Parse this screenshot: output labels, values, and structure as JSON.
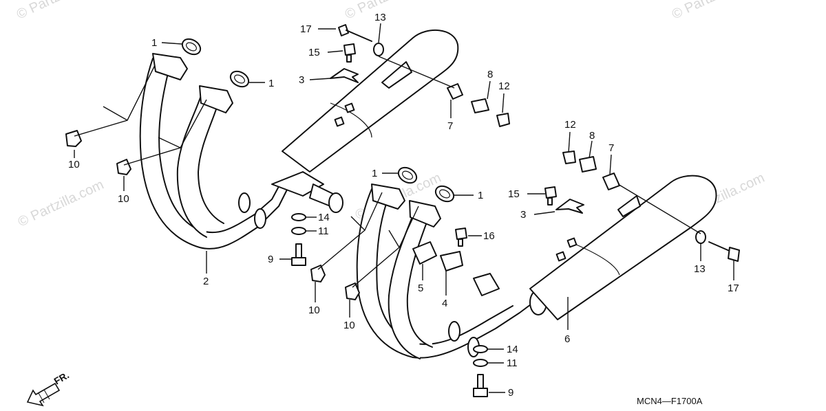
{
  "watermark": "© Partzilla.com",
  "diagram_code": "MCN4—F1700A",
  "front_indicator": "FR.",
  "labels": {
    "l1a": "1",
    "l1b": "1",
    "l1c": "1",
    "l1d": "1",
    "l2": "2",
    "l3a": "3",
    "l3b": "3",
    "l4": "4",
    "l5": "5",
    "l6": "6",
    "l7a": "7",
    "l7b": "7",
    "l8a": "8",
    "l8b": "8",
    "l9a": "9",
    "l9b": "9",
    "l10a": "10",
    "l10b": "10",
    "l10c": "10",
    "l10d": "10",
    "l11a": "11",
    "l11b": "11",
    "l12a": "12",
    "l12b": "12",
    "l13a": "13",
    "l13b": "13",
    "l14a": "14",
    "l14b": "14",
    "l15a": "15",
    "l15b": "15",
    "l16": "16",
    "l17a": "17",
    "l17b": "17"
  },
  "colors": {
    "line": "#111111",
    "watermark": "#d8d8d8",
    "background": "#ffffff"
  }
}
